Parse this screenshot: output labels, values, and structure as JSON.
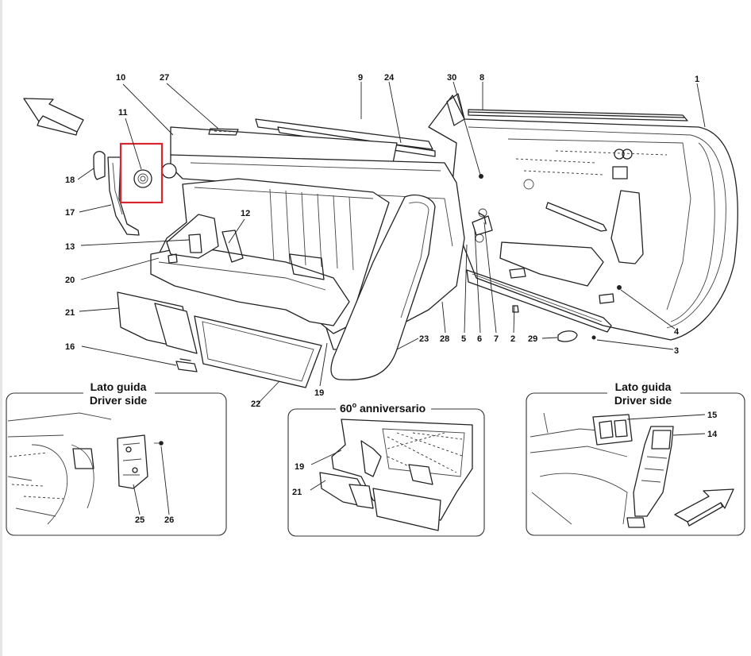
{
  "callouts": {
    "n1": "1",
    "n2": "2",
    "n3": "3",
    "n4": "4",
    "n5": "5",
    "n6": "6",
    "n7": "7",
    "n8": "8",
    "n9": "9",
    "n10": "10",
    "n11": "11",
    "n12": "12",
    "n13": "13",
    "n14": "14",
    "n15": "15",
    "n16": "16",
    "n17": "17",
    "n18": "18",
    "n19": "19",
    "n20": "20",
    "n21": "21",
    "n22": "22",
    "n23": "23",
    "n24": "24",
    "n25": "25",
    "n26": "26",
    "n27": "27",
    "n28": "28",
    "n29": "29",
    "n30": "30",
    "i19": "19",
    "i21": "21",
    "i25": "25",
    "i26": "26",
    "i14": "14",
    "i15": "15"
  },
  "insets": {
    "left": {
      "line1": "Lato guida",
      "line2": "Driver side"
    },
    "center": {
      "prefix": "60",
      "sup": "o",
      "suffix": " anniversario"
    },
    "right": {
      "line1": "Lato guida",
      "line2": "Driver side"
    }
  },
  "colors": {
    "highlight": "#d9262e",
    "line": "#222222"
  },
  "icons": [
    "direction-arrow-icon",
    "direction-arrow-icon"
  ]
}
